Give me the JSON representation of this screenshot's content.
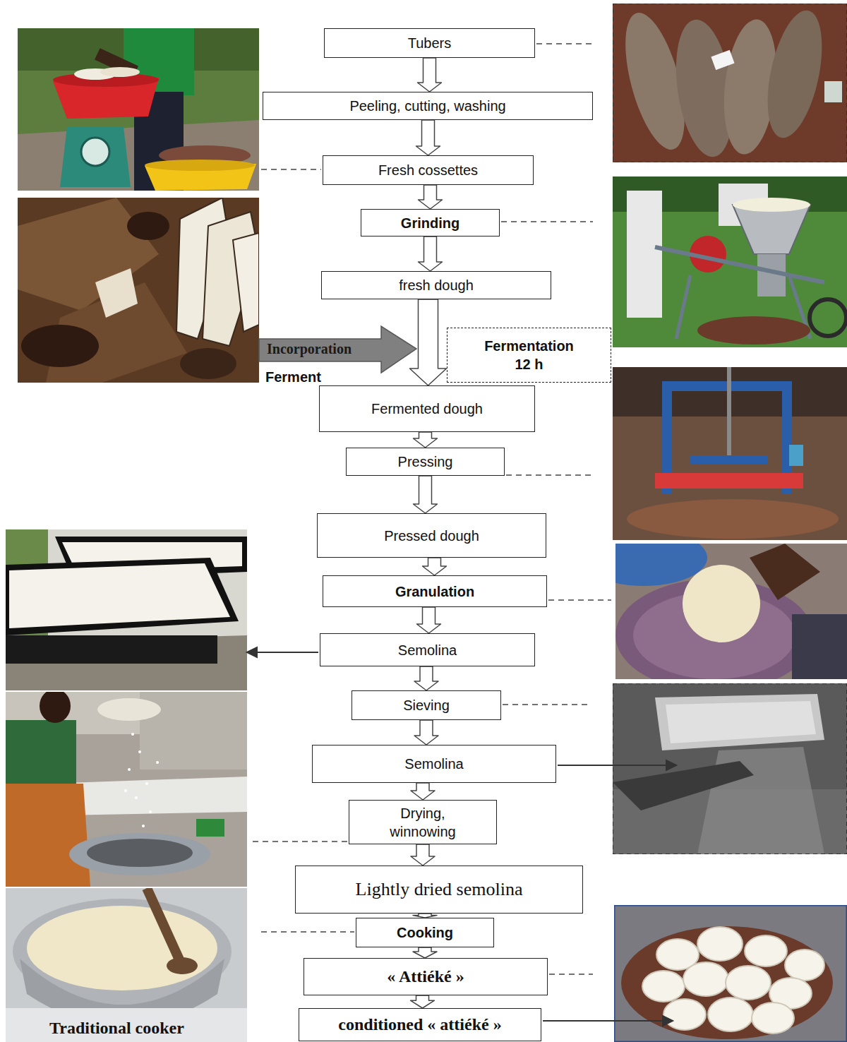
{
  "diagram": {
    "nodes": [
      {
        "text": [
          "Tubers"
        ]
      },
      {
        "text": [
          "Peeling, cutting, washing"
        ]
      },
      {
        "text": [
          "Fresh cossettes"
        ]
      },
      {
        "text": [
          "Grinding"
        ]
      },
      {
        "text": [
          "fresh dough"
        ]
      },
      {
        "text": [
          "Fermentation 12 h"
        ]
      },
      {
        "text": [
          "Fermented dough"
        ]
      },
      {
        "text": [
          "Pressing"
        ]
      },
      {
        "text": [
          "Pressed dough"
        ]
      },
      {
        "text": [
          "Granulation"
        ]
      },
      {
        "text": [
          "Semolina"
        ]
      },
      {
        "text": [
          "Sieving"
        ]
      },
      {
        "text": [
          "Semolina"
        ]
      },
      {
        "text": [
          "Drying, winnowing"
        ]
      },
      {
        "text": [
          "Lightly dried semolina"
        ]
      },
      {
        "text": [
          "Cooking"
        ]
      },
      {
        "text": [
          "« Attiéké »"
        ]
      },
      {
        "text": [
          "conditioned « attiéké »"
        ]
      }
    ],
    "edges": [
      {
        "from": 0,
        "to": 1,
        "arrow": "to"
      },
      {
        "from": 1,
        "to": 2,
        "arrow": "to"
      },
      {
        "from": 2,
        "to": 3,
        "arrow": "to"
      },
      {
        "from": 3,
        "to": 4,
        "arrow": "to"
      },
      {
        "from": 4,
        "to": 6,
        "arrow": "to"
      },
      {
        "from": 6,
        "to": 7,
        "arrow": "to"
      },
      {
        "from": 7,
        "to": 8,
        "arrow": "to"
      },
      {
        "from": 8,
        "to": 9,
        "arrow": "to"
      },
      {
        "from": 9,
        "to": 10,
        "arrow": "to"
      },
      {
        "from": 10,
        "to": 11,
        "arrow": "to"
      },
      {
        "from": 11,
        "to": 12,
        "arrow": "to"
      },
      {
        "from": 12,
        "to": 13,
        "arrow": "to"
      },
      {
        "from": 13,
        "to": 14,
        "arrow": "to"
      },
      {
        "from": 14,
        "to": 15,
        "arrow": "to"
      },
      {
        "from": 15,
        "to": 16,
        "arrow": "to"
      },
      {
        "from": 16,
        "to": 17,
        "arrow": "to"
      }
    ],
    "labels": [
      "Incorporation",
      "Ferment",
      "Traditional cooker"
    ]
  }
}
